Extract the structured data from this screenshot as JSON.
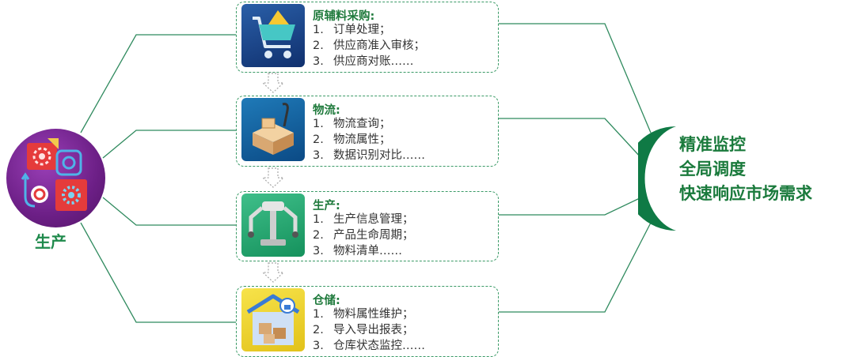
{
  "left_node": {
    "label": "生产"
  },
  "stages": [
    {
      "title": "原辅料采购:",
      "icon": "shopping-cart-icon",
      "items": [
        "订单处理；",
        "供应商准入审核；",
        "供应商对账……"
      ]
    },
    {
      "title": "物流:",
      "icon": "logistics-boxes-icon",
      "items": [
        "物流查询；",
        "物流属性；",
        "数据识别对比……"
      ]
    },
    {
      "title": "生产:",
      "icon": "robot-arm-icon",
      "items": [
        "生产信息管理；",
        "产品生命周期；",
        "物料清单……"
      ]
    },
    {
      "title": "仓储:",
      "icon": "warehouse-icon",
      "items": [
        "物料属性维护；",
        "导入导出报表；",
        "仓库状态监控……"
      ]
    }
  ],
  "item_numbers": [
    "1.",
    "2.",
    "3."
  ],
  "goals": [
    "精准监控",
    "全局调度",
    "快速响应市场需求"
  ],
  "colors": {
    "accent_green": "#1f8a4c",
    "line_green": "#2f8a5e",
    "badge_purple": "#6c1f86"
  }
}
